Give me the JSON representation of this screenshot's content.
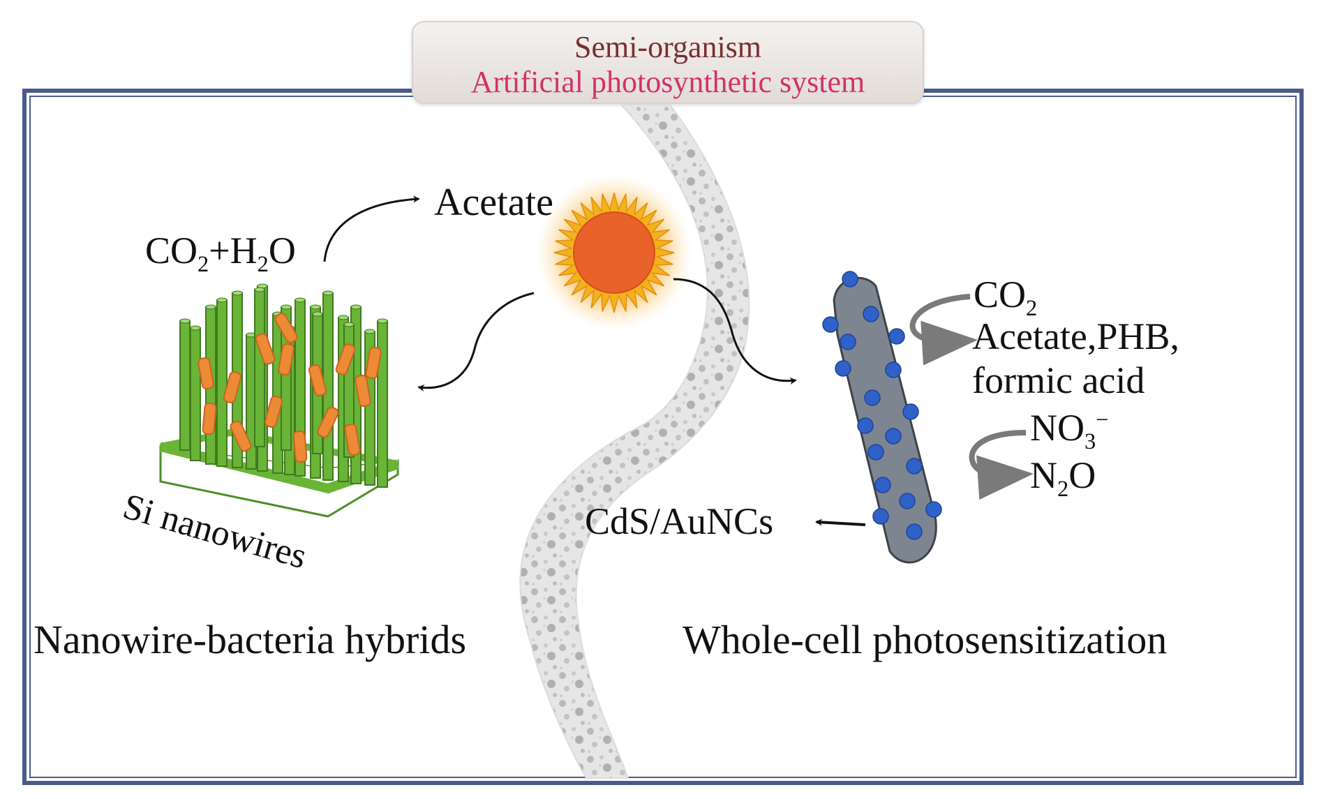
{
  "title": {
    "line1": "Semi-organism",
    "line2": "Artificial photosynthetic system"
  },
  "left": {
    "product": "Acetate",
    "reactant_co": "CO",
    "reactant_sub2a": "2",
    "reactant_plus_h": "+H",
    "reactant_sub2b": "2",
    "reactant_o": "O",
    "nanowire_label": "Si nanowires",
    "caption": "Nanowire-bacteria hybrids"
  },
  "right": {
    "co2_main": "CO",
    "co2_sub": "2",
    "products_line1": "Acetate,PHB,",
    "products_line2": "formic acid",
    "no3_main": "NO",
    "no3_sub": "3",
    "no3_sup": "−",
    "n2o_n": "N",
    "n2o_sub": "2",
    "n2o_o": "O",
    "particle_label": "CdS/AuNCs",
    "caption": "Whole-cell photosensitization"
  },
  "colors": {
    "frame": "#4a5a8a",
    "title_line1": "#7a2f2f",
    "title_line2": "#d2306e",
    "nanowire": "#6ab437",
    "bacteria_orange": "#ec8a38",
    "cell_body": "#7d8591",
    "nanoparticle": "#2f62c8",
    "sun_core": "#e8622a",
    "sun_rays": "#f3b21c"
  }
}
